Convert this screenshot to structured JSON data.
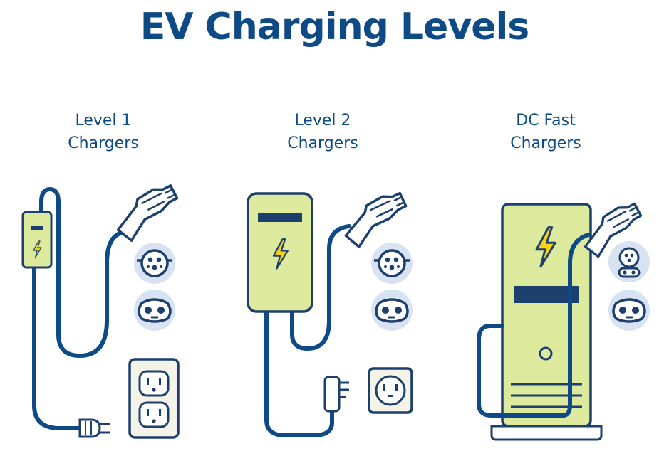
{
  "title": "EV Charging Levels",
  "levels": [
    {
      "line1": "Level 1",
      "line2": "Chargers"
    },
    {
      "line1": "Level 2",
      "line2": "Chargers"
    },
    {
      "line1": "DC Fast",
      "line2": "Chargers"
    }
  ],
  "icons": {
    "col1": [
      "portable-charger-icon",
      "lightning-icon",
      "charging-plug-icon",
      "j1772-connector-icon",
      "ccs-connector-icon",
      "wall-outlet-120v-icon",
      "power-plug-icon"
    ],
    "col2": [
      "wall-box-charger-icon",
      "lightning-icon",
      "charging-plug-icon",
      "j1772-connector-icon",
      "ccs-connector-icon",
      "wall-outlet-240v-icon",
      "wall-plug-icon"
    ],
    "col3": [
      "dc-fast-charger-station-icon",
      "lightning-icon",
      "charging-plug-icon",
      "ccs-connector-icon",
      "chademo-connector-icon"
    ]
  },
  "colors": {
    "navy": "#0d4a86",
    "outline": "#1d3f6e",
    "lime": "#dde99c",
    "connector_bg": "#d7e3f2",
    "bolt": "#f5d215",
    "outlet_bg": "#f3f3e8"
  }
}
